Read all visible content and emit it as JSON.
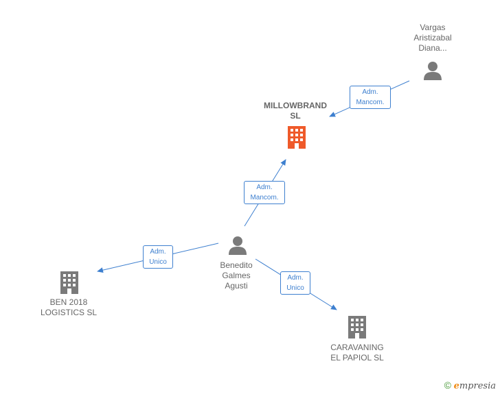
{
  "nodes": {
    "vargas": {
      "lines": [
        "Vargas",
        "Aristizabal",
        "Diana..."
      ]
    },
    "millowbrand": {
      "lines": [
        "MILLOWBRAND",
        "SL"
      ]
    },
    "benedito": {
      "lines": [
        "Benedito",
        "Galmes",
        "Agusti"
      ]
    },
    "ben2018": {
      "lines": [
        "BEN 2018",
        "LOGISTICS  SL"
      ]
    },
    "caravaning": {
      "lines": [
        "CARAVANING",
        "EL PAPIOL  SL"
      ]
    }
  },
  "edges": {
    "vargas_millowbrand": [
      "Adm.",
      "Mancom."
    ],
    "benedito_millowbrand": [
      "Adm.",
      "Mancom."
    ],
    "benedito_ben2018": [
      "Adm.",
      "Unico"
    ],
    "benedito_caravaning": [
      "Adm.",
      "Unico"
    ]
  },
  "colors": {
    "edge": "#3d7fcf",
    "company": "#7a7a7a",
    "company_highlight": "#ef5a2a",
    "person": "#7a7a7a"
  },
  "footer": {
    "copyright": "©",
    "brand_initial": "e",
    "brand_rest": "mpresia"
  }
}
